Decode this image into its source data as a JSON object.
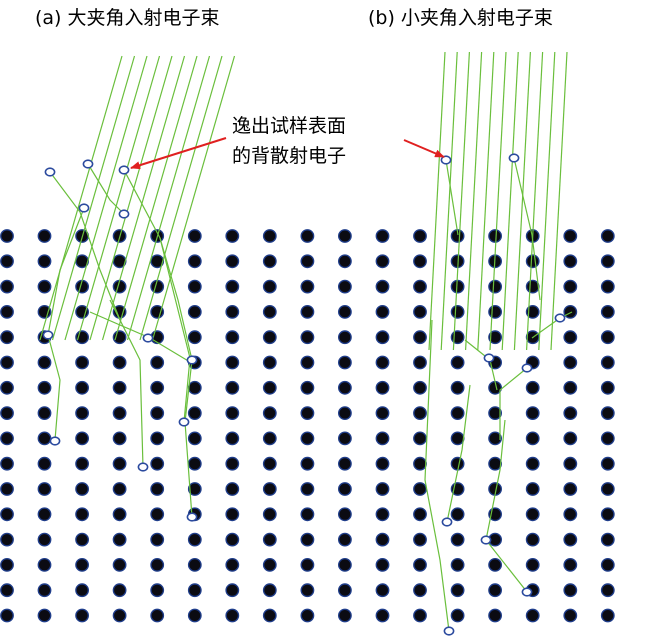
{
  "panels": [
    {
      "id": "a",
      "label": "(a) 大夹角入射电子束"
    },
    {
      "id": "b",
      "label": "(b) 小夹角入射电子束"
    }
  ],
  "annotation": {
    "line1": "逸出试样表面",
    "line2": "的背散射电子"
  },
  "lattice": {
    "rows": 16,
    "cols": 17
  },
  "colors": {
    "atom_fill": "#0b0b12",
    "atom_ring": "#1f3d8a",
    "beam": "#6abf3c",
    "electron": "#2b4a9e",
    "arrow": "#e02020",
    "text": "#000000"
  }
}
